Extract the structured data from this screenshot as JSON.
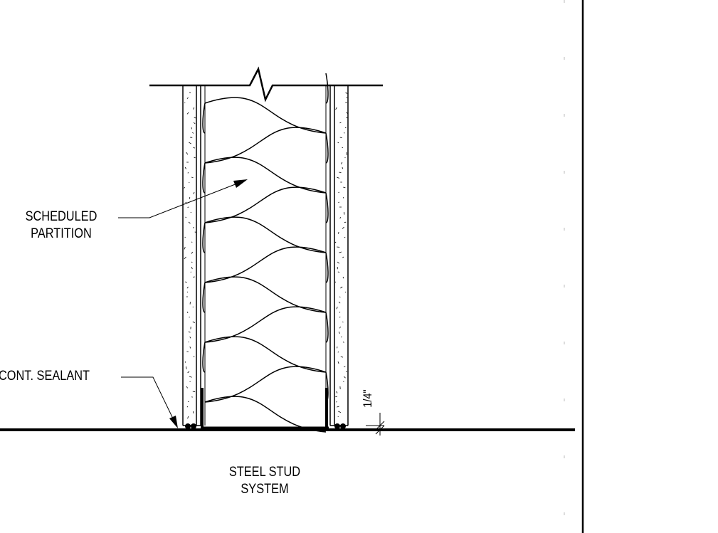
{
  "labels": {
    "partition_line1": "SCHEDULED",
    "partition_line2": "PARTITION",
    "sealant": "CONT. SEALANT",
    "steel_line1": "STEEL STUD",
    "steel_line2": "SYSTEM",
    "gap_dimension": "1/4\""
  },
  "colors": {
    "ink": "#000000",
    "background": "#ffffff",
    "border_dash": "#bbbbbb"
  }
}
